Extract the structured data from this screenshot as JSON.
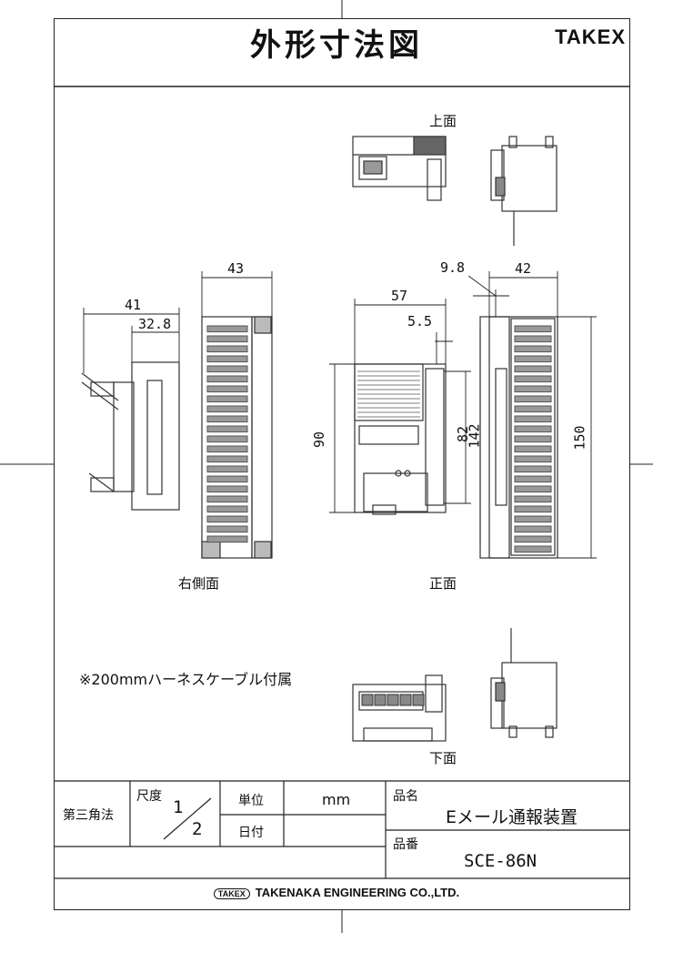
{
  "title": "外形寸法図",
  "brand": "TAKEX",
  "views": {
    "top": "上面",
    "front": "正面",
    "right_side": "右側面",
    "bottom": "下面"
  },
  "dims": {
    "d43": "43",
    "d41": "41",
    "d32_8": "32.8",
    "d57": "57",
    "d5_5": "5.5",
    "d90": "90",
    "d82": "82",
    "d142": "142",
    "d9_8": "9.8",
    "d42": "42",
    "d150": "150"
  },
  "note": "※200mmハーネスケーブル付属",
  "titleblock": {
    "projection": "第三角法",
    "scale_label": "尺度",
    "scale_num": "1",
    "scale_den": "2",
    "unit_label": "単位",
    "unit_value": "mm",
    "date_label": "日付",
    "product_name_label": "品名",
    "product_name": "Eメール通報装置",
    "product_no_label": "品番",
    "product_no": "SCE-86N"
  },
  "footer": {
    "logo_text": "TAKEX",
    "company": "TAKENAKA ENGINEERING CO.,LTD."
  }
}
